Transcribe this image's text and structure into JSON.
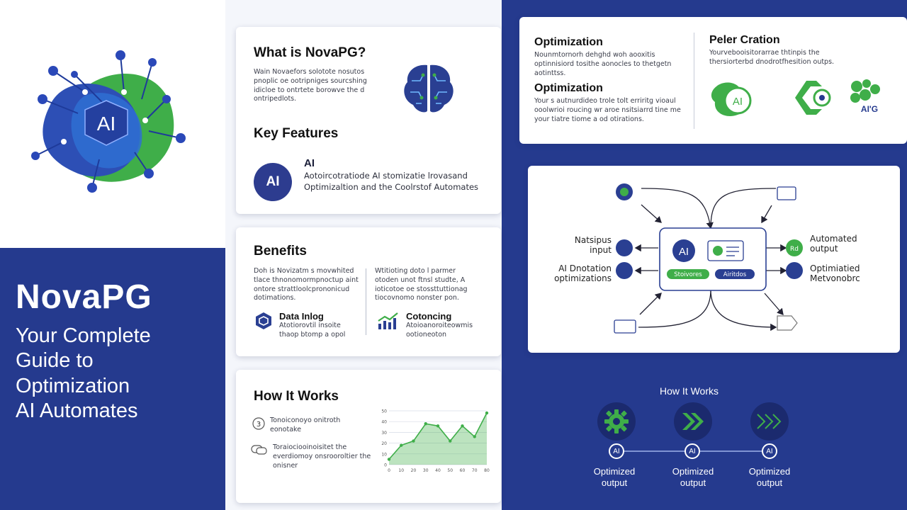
{
  "hero": {
    "title": "NovaPG",
    "subtitle_lines": [
      "Your Complete",
      "Guide to",
      "Optimization",
      "AI Automates"
    ],
    "logo_text": "AI"
  },
  "card_what": {
    "title": "What is NovaPG?",
    "description": "Wain Novaefors solotote nosutos pnoplic oe ootripniges sourcshing idicloe to ontrtete borowve the d ontripedlots.",
    "features_title": "Key Features",
    "feature_badge": "AI",
    "feature_title": "AI",
    "feature_desc_lines": [
      "Aotoircotratiode AI stomizatie lrovasand",
      "Optimizaltion and the Coolrstof Automates"
    ]
  },
  "card_benefits": {
    "title": "Benefits",
    "left_text": "Doh is Novizatm s movwhited tlace thnonomormpnoctup aint ontore strattloolcprononicud dotimations.",
    "right_text": "Wtitioting doto l parmer otoden unot ftnsl studte, A ioticotoe oe stossttuttionag tiocovnomo nonster pon.",
    "item1_label": "Data Inlog",
    "item1_desc": "Atotiorovtil insoite thaop btomp a opol",
    "item2_label": "Cotoncing",
    "item2_desc": "Atoioanoroiteowmis ootioneoton"
  },
  "card_how": {
    "title": "How It Works",
    "step1_text": "Tonoiconoyo onitroth eonotake",
    "step2_text": "Toraiociooinoisitet the everdiomoy onsrooroltier the onisner"
  },
  "mini_chart": {
    "chart_data": {
      "type": "area",
      "x": [
        0,
        10,
        20,
        30,
        40,
        50,
        60,
        70,
        80
      ],
      "values": [
        5,
        18,
        22,
        38,
        36,
        22,
        36,
        26,
        48
      ],
      "x_ticks": [
        "0",
        "10",
        "20",
        "30",
        "40",
        "50",
        "60",
        "70",
        "80"
      ],
      "y_ticks": [
        "0",
        "10",
        "20",
        "30",
        "40",
        "50"
      ],
      "ylim": [
        0,
        50
      ],
      "color": "#3fae49"
    }
  },
  "card_opt": {
    "opt1_title": "Optimization",
    "opt1_desc": "Nounmtornorh dehghd woh aooxitis optinnisiord tosithe aonocles to thetgetn aotinttss.",
    "opt2_title": "Optimization",
    "opt2_desc": "Your s autnurdideo trole tolt erriritg vioaul ooolwrioi roucing wr aroe nsitsiarrd tine me your tiatre tiome a od otirations.",
    "pel_title": "Peler Cration",
    "pel_desc": "Yourvebooisitorarrae thtinpis the thersiorterbd dnodrotfhesition outps.",
    "icon1_label": "AI",
    "icon3_label": "AI'G"
  },
  "flow": {
    "left1": [
      "Natsipus",
      "input"
    ],
    "left2": [
      "AI Dnotation",
      "optimizations"
    ],
    "right1": [
      "Automated",
      "output"
    ],
    "right2": [
      "Optimiatied",
      "Metvonobrc"
    ],
    "center_ai": "AI",
    "pill1": "Stoivores",
    "pill2": "Airitdos",
    "right1_badge": "Rd"
  },
  "how2": {
    "title": "How It Works",
    "steps": [
      {
        "ai": "AI",
        "label1": "Optimized",
        "label2": "output"
      },
      {
        "ai": "AI",
        "label1": "Optimized",
        "label2": "output"
      },
      {
        "ai": "AI",
        "label1": "Optimized",
        "label2": "output"
      }
    ]
  },
  "colors": {
    "navy": "#253a8e",
    "green": "#3fae49",
    "blue": "#2d4fb5"
  }
}
